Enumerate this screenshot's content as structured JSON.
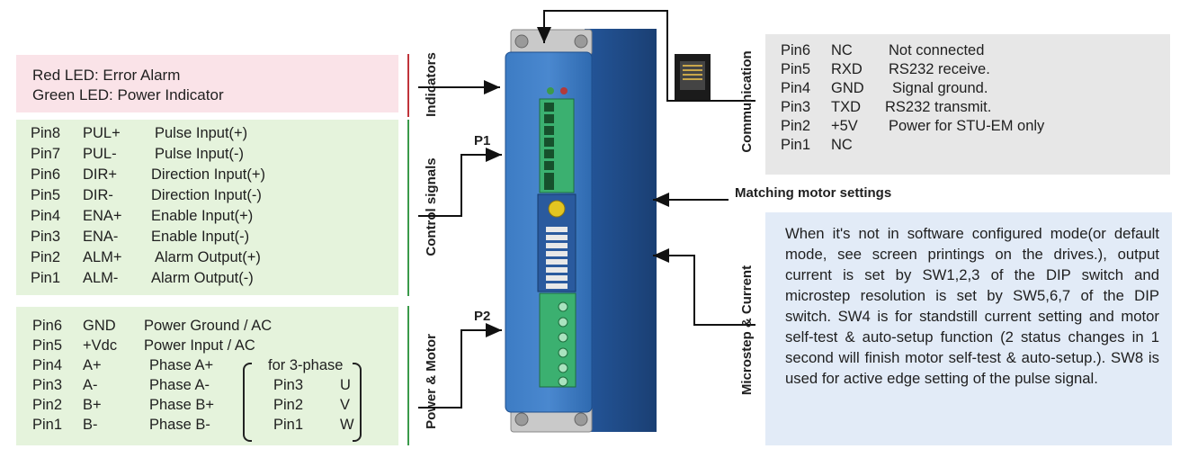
{
  "indicators": {
    "label": "Indicators",
    "lines": [
      "Red LED: Error Alarm",
      "Green LED: Power Indicator"
    ]
  },
  "control": {
    "label": "Control signals",
    "port": "P1",
    "pins": [
      {
        "pin": "Pin8",
        "name": "PUL+",
        "desc": "Pulse Input(+)"
      },
      {
        "pin": "Pin7",
        "name": "PUL-",
        "desc": "Pulse Input(-)"
      },
      {
        "pin": "Pin6",
        "name": "DIR+",
        "desc": "Direction Input(+)"
      },
      {
        "pin": "Pin5",
        "name": "DIR-",
        "desc": "Direction Input(-)"
      },
      {
        "pin": "Pin4",
        "name": "ENA+",
        "desc": "Enable Input(+)"
      },
      {
        "pin": "Pin3",
        "name": "ENA-",
        "desc": "Enable Input(-)"
      },
      {
        "pin": "Pin2",
        "name": "ALM+",
        "desc": "Alarm Output(+)"
      },
      {
        "pin": "Pin1",
        "name": "ALM-",
        "desc": "Alarm Output(-)"
      }
    ]
  },
  "power": {
    "label": "Power & Motor",
    "port": "P2",
    "pins": [
      {
        "pin": "Pin6",
        "name": "GND",
        "desc": "Power Ground / AC"
      },
      {
        "pin": "Pin5",
        "name": "+Vdc",
        "desc": "Power Input / AC"
      },
      {
        "pin": "Pin4",
        "name": "A+",
        "desc": "Phase A+"
      },
      {
        "pin": "Pin3",
        "name": "A-",
        "desc": "Phase A-"
      },
      {
        "pin": "Pin2",
        "name": "B+",
        "desc": "Phase B+"
      },
      {
        "pin": "Pin1",
        "name": "B-",
        "desc": "Phase B-"
      }
    ],
    "three_phase": {
      "title": "for 3-phase",
      "rows": [
        {
          "pin": "Pin3",
          "phase": "U"
        },
        {
          "pin": "Pin2",
          "phase": "V"
        },
        {
          "pin": "Pin1",
          "phase": "W"
        }
      ]
    }
  },
  "communication": {
    "label": "Communication",
    "pins": [
      {
        "pin": "Pin6",
        "name": "NC",
        "desc": "Not connected"
      },
      {
        "pin": "Pin5",
        "name": "RXD",
        "desc": "RS232 receive."
      },
      {
        "pin": "Pin4",
        "name": "GND",
        "desc": "Signal ground."
      },
      {
        "pin": "Pin3",
        "name": "TXD",
        "desc": "RS232 transmit."
      },
      {
        "pin": "Pin2",
        "name": "+5V",
        "desc": "Power for STU-EM only"
      },
      {
        "pin": "Pin1",
        "name": "NC",
        "desc": ""
      }
    ]
  },
  "matching": {
    "label": "Matching motor settings"
  },
  "microstep": {
    "label": "Microstep & Current",
    "text": "When it's not in software configured mode(or default mode, see screen printings on the drives.), output current is set by SW1,2,3 of the DIP switch and microstep resolution is set by SW5,6,7 of the DIP switch. SW4 is for standstill current setting and motor self-test & auto-setup function (2 status changes in 1 second will finish motor self-test & auto-setup.). SW8 is used for active edge setting of the pulse signal."
  },
  "colors": {
    "drive_blue": "#2f6fb8",
    "drive_dark": "#1e4e8c",
    "connector_green": "#3bb070",
    "divider_red": "#c0343a",
    "divider_green": "#3a9a4a"
  }
}
